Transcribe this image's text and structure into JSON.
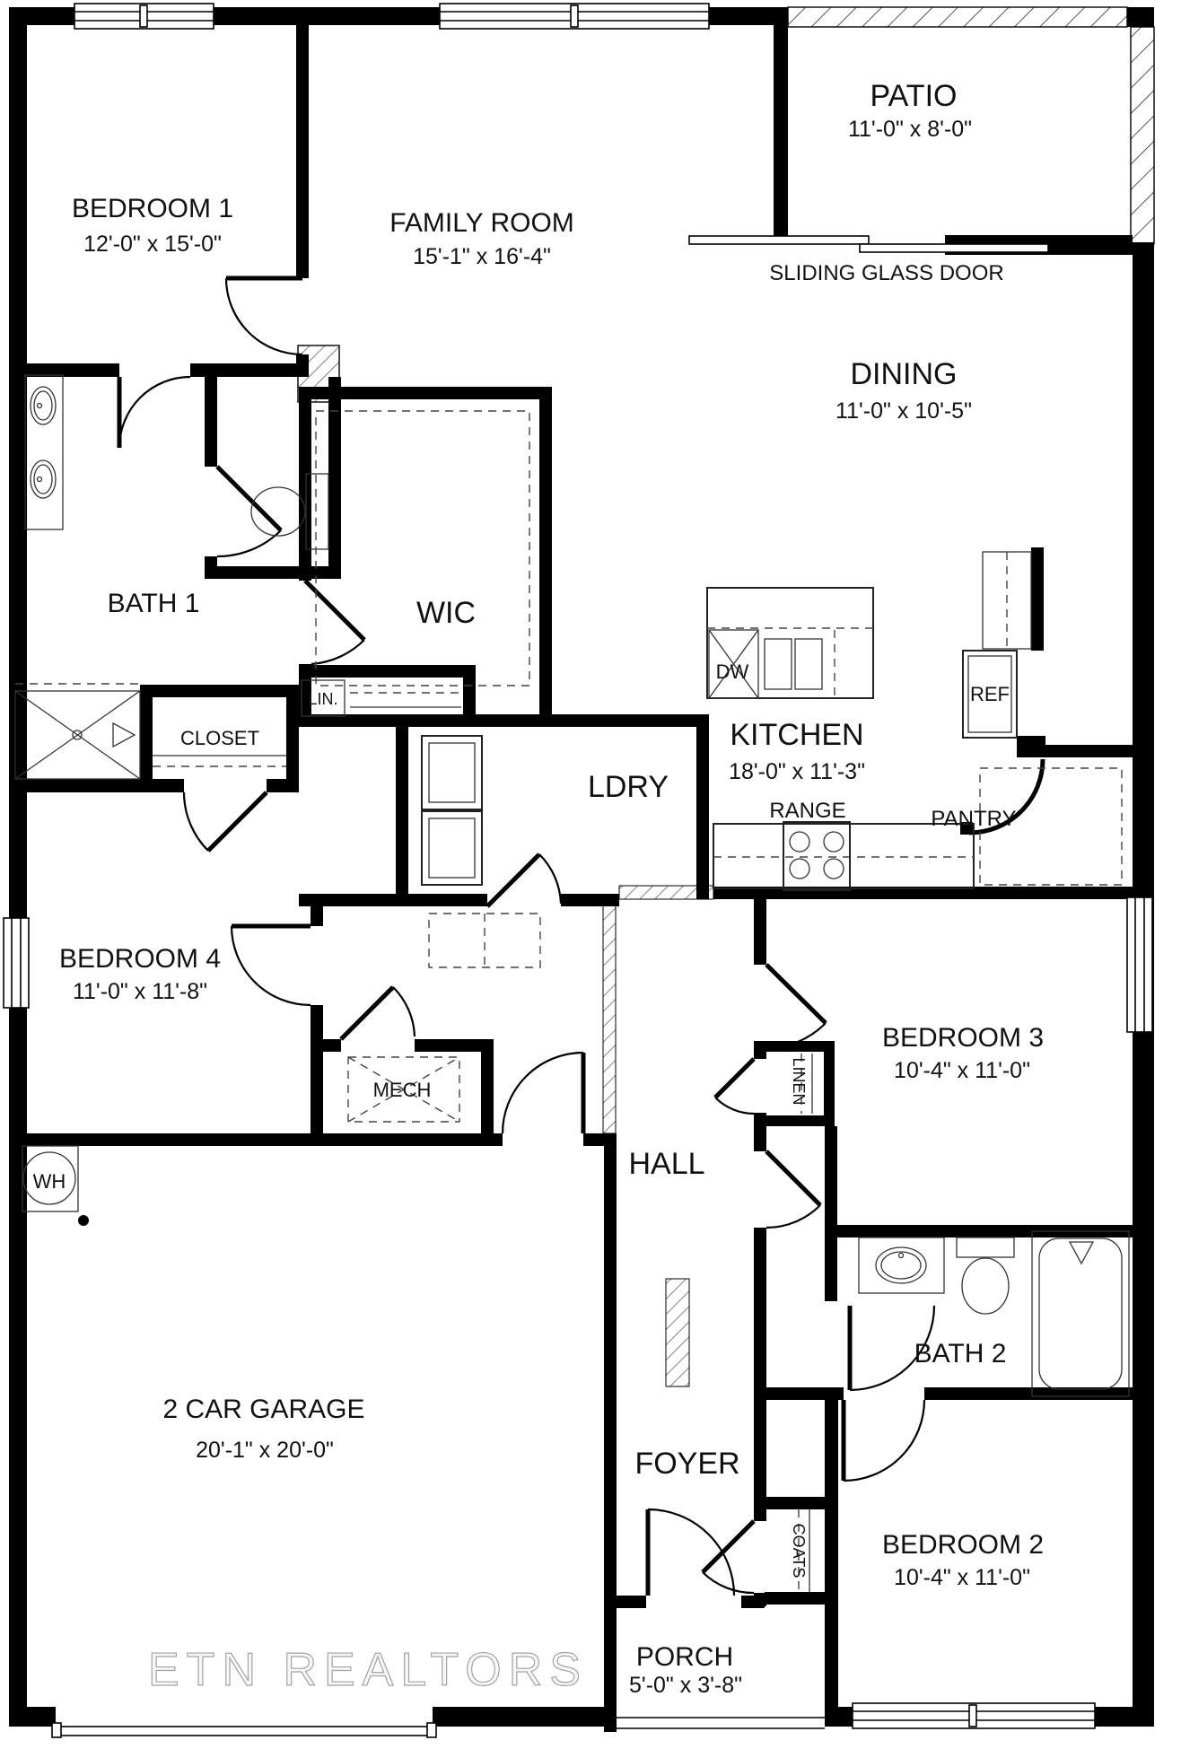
{
  "watermark": "ETN REALTORS",
  "labels": {
    "sliding_door": "SLIDING GLASS DOOR"
  },
  "rooms": {
    "bedroom1": {
      "name": "BEDROOM 1",
      "dims": "12'-0\" x 15'-0\""
    },
    "family": {
      "name": "FAMILY ROOM",
      "dims": "15'-1\" x 16'-4\""
    },
    "patio": {
      "name": "PATIO",
      "dims": "11'-0\" x 8'-0\""
    },
    "dining": {
      "name": "DINING",
      "dims": "11'-0\" x 10'-5\""
    },
    "bath1": {
      "name": "BATH 1"
    },
    "wic": {
      "name": "WIC"
    },
    "closet": {
      "name": "CLOSET"
    },
    "lin": {
      "name": "LIN."
    },
    "ldry": {
      "name": "LDRY"
    },
    "kitchen": {
      "name": "KITCHEN",
      "dims": "18'-0\" x 11'-3\""
    },
    "pantry": {
      "name": "PANTRY"
    },
    "bedroom4": {
      "name": "BEDROOM 4",
      "dims": "11'-0\" x 11'-8\""
    },
    "mech": {
      "name": "MECH"
    },
    "hall": {
      "name": "HALL"
    },
    "linen": {
      "name": "LINEN"
    },
    "bedroom3": {
      "name": "BEDROOM 3",
      "dims": "10'-4\" x 11'-0\""
    },
    "bath2": {
      "name": "BATH 2"
    },
    "bedroom2": {
      "name": "BEDROOM 2",
      "dims": "10'-4\" x 11'-0\""
    },
    "coats": {
      "name": "COATS"
    },
    "foyer": {
      "name": "FOYER"
    },
    "porch": {
      "name": "PORCH",
      "dims": "5'-0\" x 3'-8\""
    },
    "garage": {
      "name": "2 CAR GARAGE",
      "dims": "20'-1\" x 20'-0\""
    }
  },
  "appliances": {
    "dw": "DW",
    "ref": "REF",
    "range": "RANGE",
    "wh": "WH"
  }
}
